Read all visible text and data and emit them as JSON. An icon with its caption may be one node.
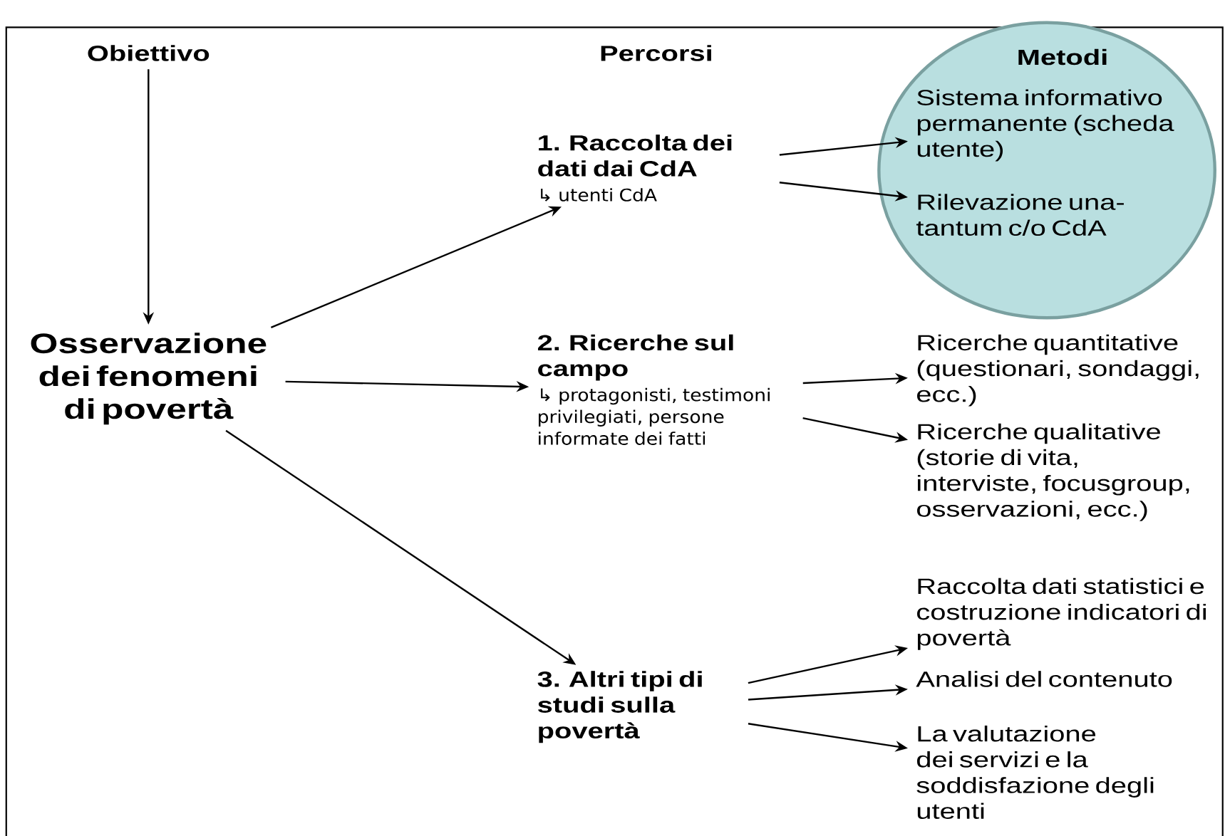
{
  "diagram": {
    "nodes": [
      {
        "text": [
          "Obiettivo"
        ]
      },
      {
        "text": [
          "Osservazione dei fenomeni di povertà"
        ]
      },
      {
        "text": [
          "1. Raccolta dei dati dai CdA",
          "↳ utenti CdA"
        ]
      },
      {
        "text": [
          "2. Ricerche sul campo",
          "↳ protagonisti, testimoni privilegiati, persone informate dei fatti"
        ]
      },
      {
        "text": [
          "3. Altri tipi di studi sulla povertà"
        ]
      },
      {
        "text": [
          "Metodi"
        ]
      },
      {
        "text": [
          "Sistema informativo permanente (scheda utente)"
        ],
        "in": 5
      },
      {
        "text": [
          "Rilevazione una-tantum c/o CdA"
        ],
        "in": 5
      },
      {
        "text": [
          "Ricerche quantitative (questionari, sondaggi, ecc.)"
        ]
      },
      {
        "text": [
          "Ricerche qualitative (storie di vita, interviste, focusgroup, osservazioni, ecc.)"
        ]
      },
      {
        "text": [
          "Raccolta dati statistici e costruzione indicatori di povertà"
        ]
      },
      {
        "text": [
          "Analisi del contenuto"
        ]
      },
      {
        "text": [
          "La valutazione dei servizi e la soddisfazione degli utenti"
        ]
      }
    ],
    "edges": [
      {
        "from": 0,
        "to": 1,
        "arrow": "to"
      },
      {
        "from": 1,
        "to": 2,
        "arrow": "to"
      },
      {
        "from": 1,
        "to": 3,
        "arrow": "to"
      },
      {
        "from": 1,
        "to": 4,
        "arrow": "to"
      },
      {
        "from": 2,
        "to": 6,
        "arrow": "to"
      },
      {
        "from": 2,
        "to": 7,
        "arrow": "to"
      },
      {
        "from": 3,
        "to": 8,
        "arrow": "to"
      },
      {
        "from": 3,
        "to": 9,
        "arrow": "to"
      },
      {
        "from": 4,
        "to": 10,
        "arrow": "to"
      },
      {
        "from": 4,
        "to": 11,
        "arrow": "to"
      },
      {
        "from": 4,
        "to": 12,
        "arrow": "to"
      }
    ],
    "labels": [
      "Percorsi"
    ]
  }
}
